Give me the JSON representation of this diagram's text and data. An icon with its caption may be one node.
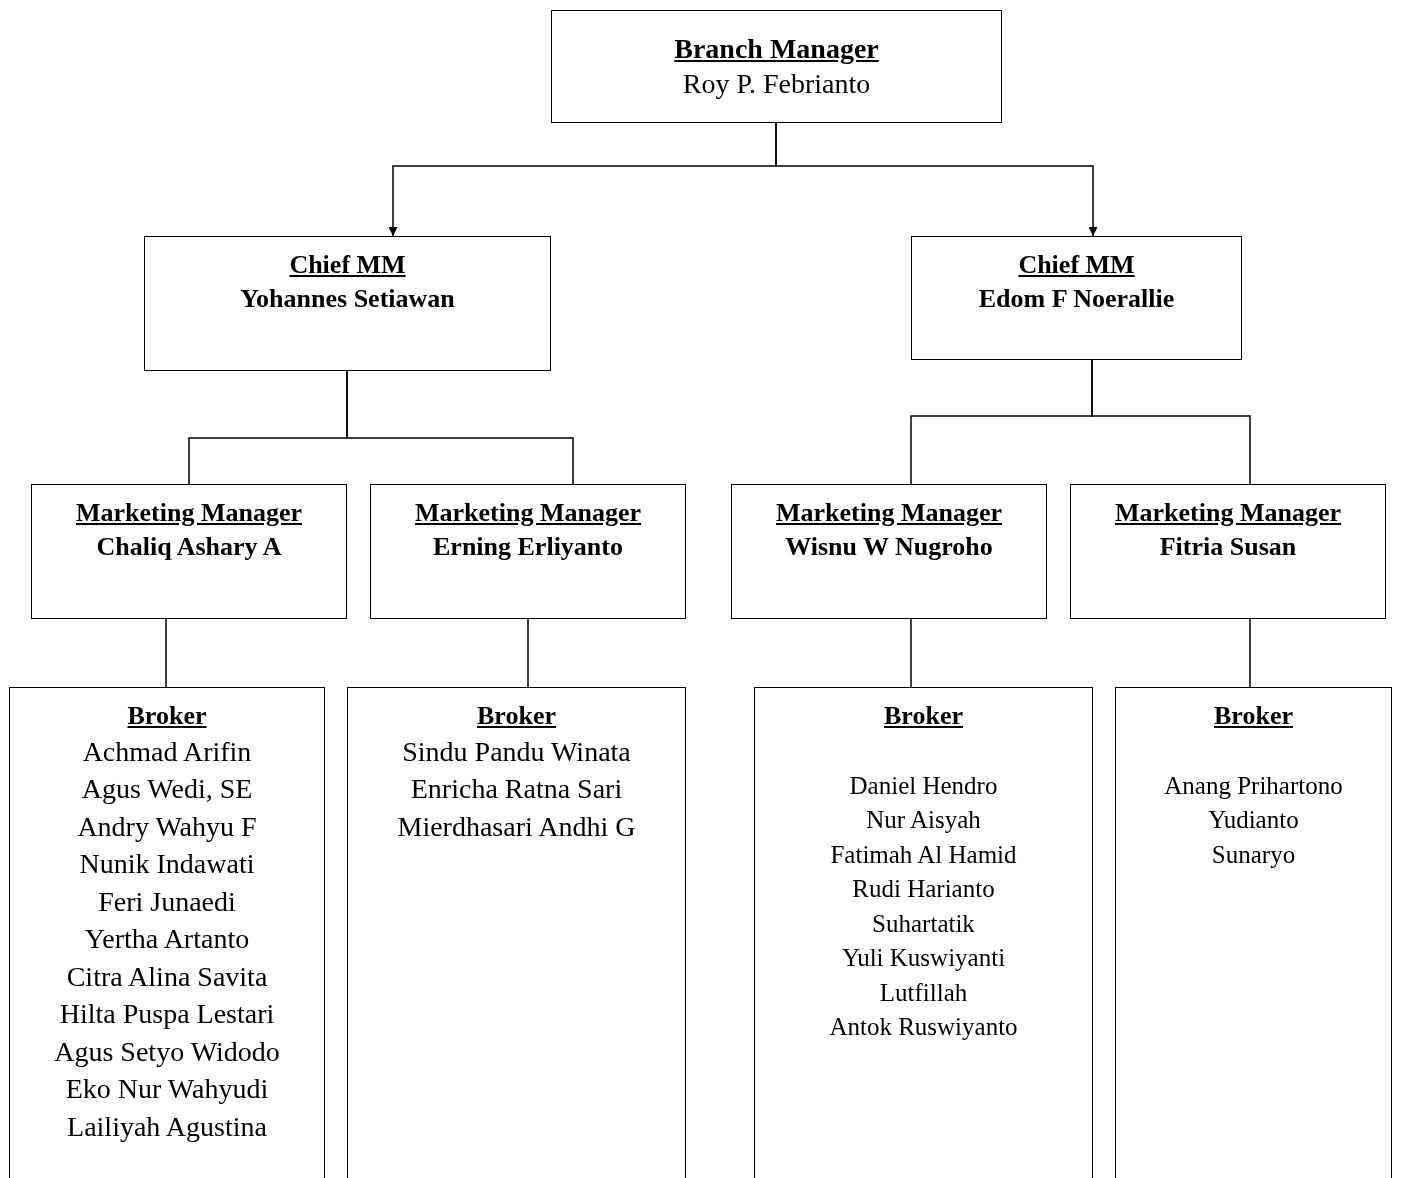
{
  "diagram": {
    "nodes": [
      {
        "text": [
          "Branch Manager",
          "Roy P. Febrianto"
        ]
      },
      {
        "text": [
          "Chief MM",
          "Yohannes Setiawan"
        ]
      },
      {
        "text": [
          "Chief MM",
          "Edom F Noerallie"
        ]
      },
      {
        "text": [
          "Marketing Manager",
          "Chaliq Ashary A"
        ]
      },
      {
        "text": [
          "Marketing Manager",
          "Erning Erliyanto"
        ]
      },
      {
        "text": [
          "Marketing Manager",
          "Wisnu W Nugroho"
        ]
      },
      {
        "text": [
          "Marketing Manager",
          "Fitria Susan"
        ]
      },
      {
        "text": [
          "Broker",
          "Achmad Arifin",
          "Agus Wedi, SE",
          "Andry Wahyu F",
          "Nunik Indawati",
          "Feri Junaedi",
          "Yertha Artanto",
          "Citra Alina Savita",
          "Hilta Puspa Lestari",
          "Agus Setyo Widodo",
          "Eko Nur Wahyudi",
          "Lailiyah Agustina"
        ]
      },
      {
        "text": [
          "Broker",
          "Sindu Pandu Winata",
          "Enricha Ratna Sari",
          "Mierdhasari Andhi G"
        ]
      },
      {
        "text": [
          "Broker",
          "Daniel Hendro",
          "Nur Aisyah",
          "Fatimah Al Hamid",
          "Rudi Harianto",
          "Suhartatik",
          "Yuli Kuswiyanti",
          "Lutfillah",
          "Antok Ruswiyanto"
        ]
      },
      {
        "text": [
          "Broker",
          "Anang Prihartono",
          "Yudianto",
          "Sunaryo"
        ]
      }
    ],
    "edges": [
      {
        "from": 0,
        "to": 1,
        "arrow": "to"
      },
      {
        "from": 0,
        "to": 2,
        "arrow": "to"
      },
      {
        "from": 1,
        "to": 3,
        "arrow": "none"
      },
      {
        "from": 1,
        "to": 4,
        "arrow": "none"
      },
      {
        "from": 2,
        "to": 5,
        "arrow": "none"
      },
      {
        "from": 2,
        "to": 6,
        "arrow": "none"
      },
      {
        "from": 3,
        "to": 7,
        "arrow": "none"
      },
      {
        "from": 4,
        "to": 8,
        "arrow": "none"
      },
      {
        "from": 5,
        "to": 9,
        "arrow": "none"
      },
      {
        "from": 6,
        "to": 10,
        "arrow": "none"
      }
    ]
  }
}
